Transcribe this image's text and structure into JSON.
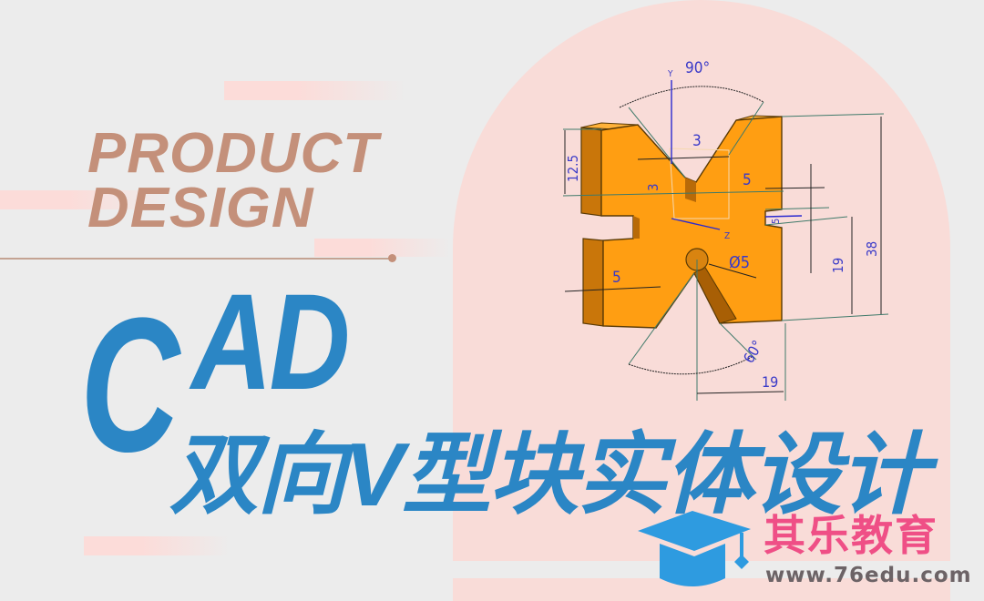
{
  "banner": {
    "eyebrow_line1": "PRODUCT",
    "eyebrow_line2": "DESIGN",
    "logo_c": "C",
    "logo_ad": "AD",
    "title": "双向V型块实体设计",
    "brand_name": "其乐教育",
    "brand_url": "www.76edu.com"
  },
  "drawing": {
    "labels": {
      "angle_top": "90°",
      "angle_bottom": "60°",
      "axis_y": "Y",
      "axis_z": "Z",
      "dim_12_5": "12.5",
      "dim_3_h": "3",
      "dim_3_v": "3",
      "dim_5_right": "5",
      "dim_5_left": "5",
      "dim_5_slot": "5",
      "dim_diameter": "Ø5",
      "dim_19_v": "19",
      "dim_38": "38",
      "dim_19_h": "19"
    }
  },
  "colors": {
    "background": "#ececec",
    "arch_pink": "#f9dcd8",
    "accent_blue": "#2b86c5",
    "eyebrow_brown": "#c4907a",
    "brand_pink": "#ef4f86",
    "block_orange": "#ff9e12",
    "url_gray": "#6c6366"
  }
}
